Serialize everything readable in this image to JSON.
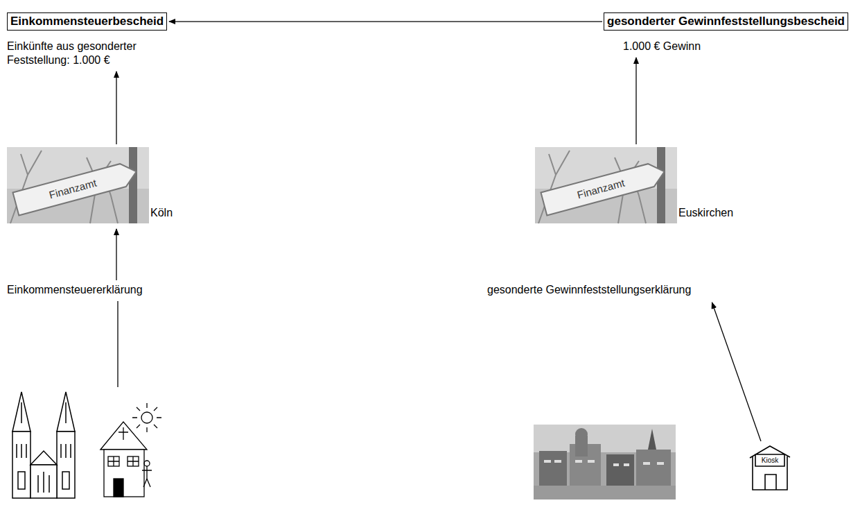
{
  "diagram": {
    "nodes": [
      {
        "text": [
          "Einkommensteuerbescheid"
        ]
      },
      {
        "text": [
          "gesonderter Gewinnfeststellungsbescheid"
        ]
      },
      {
        "text": [
          "Einkünfte aus gesonderter Feststellung: 1.000 €"
        ]
      },
      {
        "text": [
          "1.000 € Gewinn"
        ]
      },
      {
        "text": [
          "Finanzamt",
          "Köln"
        ]
      },
      {
        "text": [
          "Finanzamt",
          "Euskirchen"
        ]
      },
      {
        "text": [
          "Einkommensteuererklärung"
        ]
      },
      {
        "text": [
          "gesonderte Gewinnfeststellungserklärung"
        ]
      },
      {
        "text": [
          "Kiosk"
        ]
      }
    ],
    "edges": [
      {
        "from": 1,
        "to": 0,
        "arrow": "to"
      },
      {
        "from": 4,
        "to": 2,
        "arrow": "to"
      },
      {
        "from": 6,
        "to": 4,
        "arrow": "to"
      },
      {
        "from": 5,
        "to": 3,
        "arrow": "to"
      },
      {
        "from": 8,
        "to": 7,
        "arrow": "to"
      }
    ]
  }
}
